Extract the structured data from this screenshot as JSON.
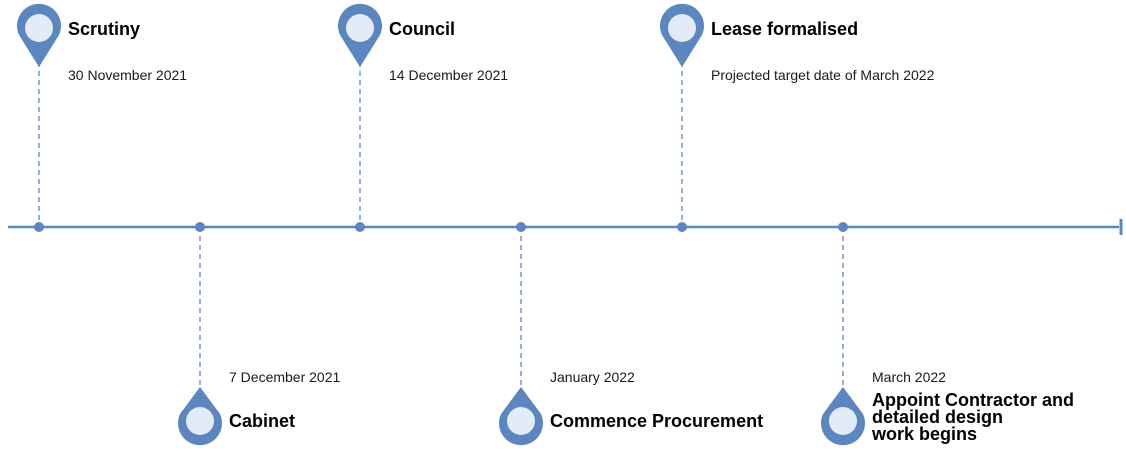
{
  "colors": {
    "line": "#5b86bf",
    "pin": "#5b86bf",
    "pin_inner": "#e3ebf7",
    "text": "#000000"
  },
  "events": [
    {
      "title": "Scrutiny",
      "date": "30 November 2021",
      "side": "above",
      "icon": "map-pin-icon"
    },
    {
      "title": "Cabinet",
      "date": "7 December 2021",
      "side": "below",
      "icon": "map-pin-icon"
    },
    {
      "title": "Council",
      "date": "14 December 2021",
      "side": "above",
      "icon": "map-pin-icon"
    },
    {
      "title": "Commence Procurement",
      "date": "January 2022",
      "side": "below",
      "icon": "map-pin-icon"
    },
    {
      "title": "Lease formalised",
      "date": "Projected target date of March 2022",
      "side": "above",
      "icon": "map-pin-icon"
    },
    {
      "title": "Appoint Contractor and\ndetailed design\nwork begins",
      "date": "March 2022",
      "side": "below",
      "icon": "map-pin-icon"
    }
  ]
}
